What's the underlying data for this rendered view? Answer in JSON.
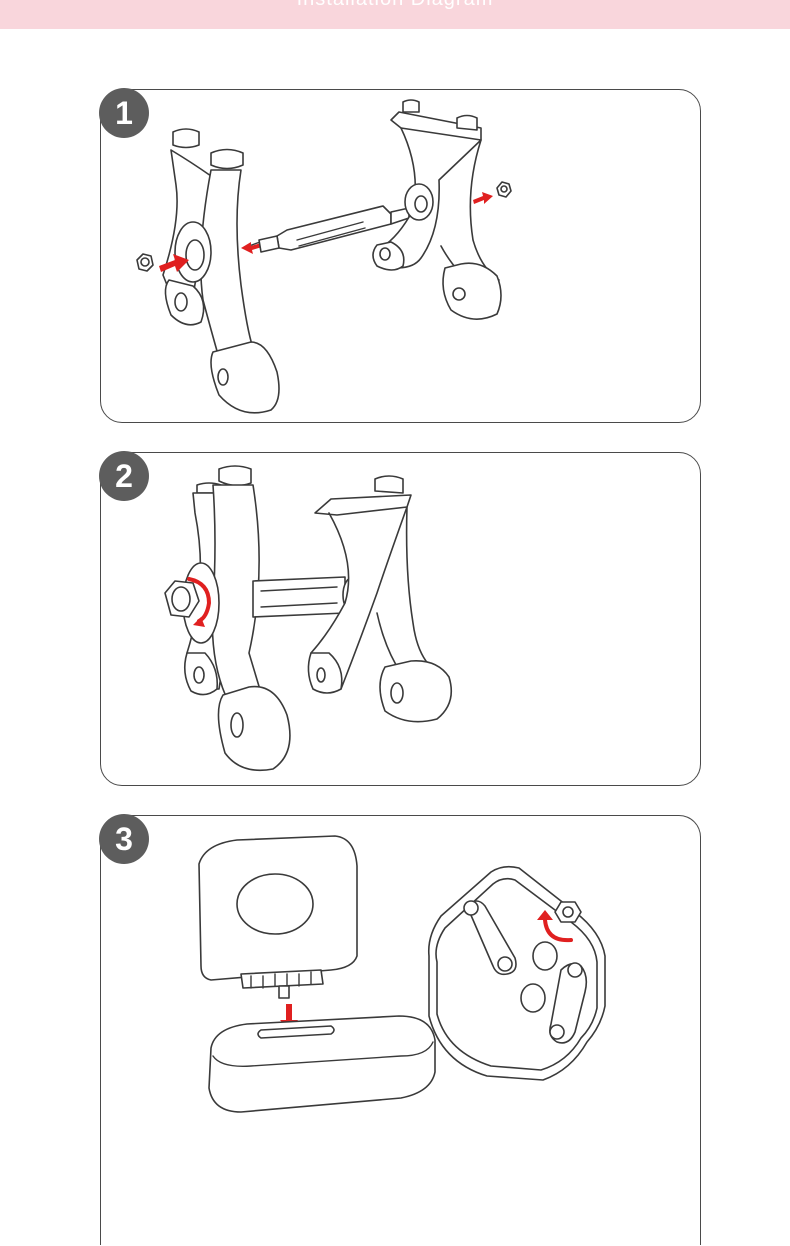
{
  "header": {
    "title": "Installation Diagram",
    "background_color": "#f9d6dc"
  },
  "steps": [
    {
      "number": "1",
      "icon": "chair-base-assembly-icon"
    },
    {
      "number": "2",
      "icon": "tighten-nut-icon"
    },
    {
      "number": "3",
      "icon": "backrest-seat-assembly-icon"
    }
  ],
  "colors": {
    "accent_arrow": "#e02020",
    "badge": "#5d5d5d",
    "outline": "#3a3a3a"
  }
}
